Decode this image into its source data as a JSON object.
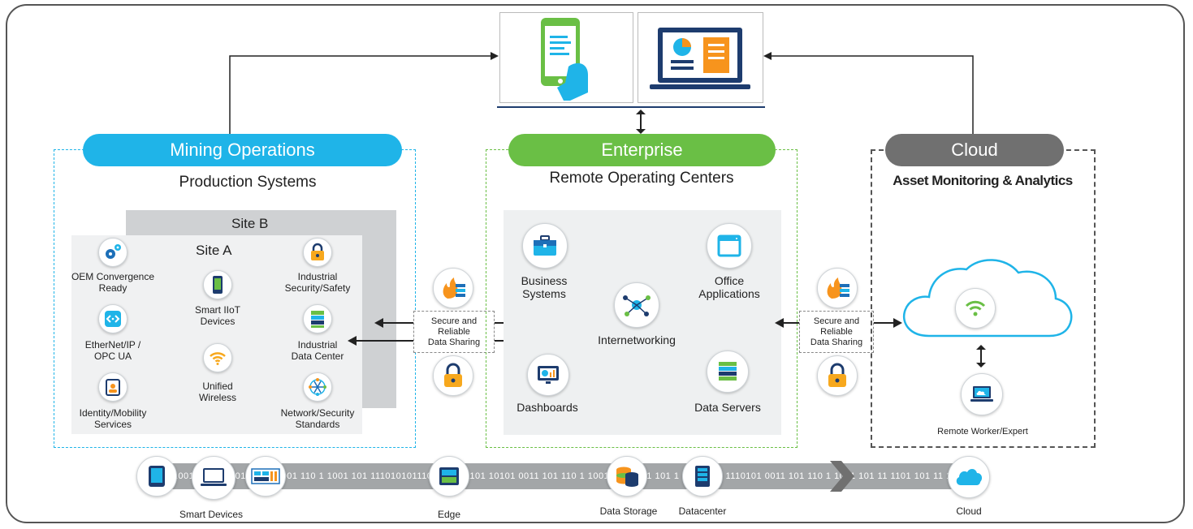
{
  "sections": {
    "mining": {
      "pill": "Mining Operations",
      "subtitle": "Production Systems",
      "color": "#1fb4e8"
    },
    "enterprise": {
      "pill": "Enterprise",
      "subtitle": "Remote  Operating Centers",
      "color": "#6abf45"
    },
    "cloud": {
      "pill": "Cloud",
      "subtitle": "Asset Monitoring & Analytics",
      "color": "#707070"
    }
  },
  "sites": {
    "site_b": "Site B",
    "site_a": "Site A",
    "items": [
      {
        "line1": "OEM Convergence",
        "line2": "Ready",
        "icon": "gears-icon"
      },
      {
        "line1": "Smart  IIoT",
        "line2": "Devices",
        "icon": "smartphone-icon"
      },
      {
        "line1": "Industrial",
        "line2": "Security/Safety",
        "icon": "lock-icon"
      },
      {
        "line1": "EtherNet/IP  /",
        "line2": "OPC UA",
        "icon": "network-arrows-icon"
      },
      {
        "line1": "Unified",
        "line2": "Wireless",
        "icon": "wifi-icon"
      },
      {
        "line1": "Industrial",
        "line2": "Data Center",
        "icon": "server-rack-icon"
      },
      {
        "line1": "Identity/Mobility",
        "line2": "Services",
        "icon": "badge-icon"
      },
      {
        "line1": "Network/Security",
        "line2": "Standards",
        "icon": "mesh-icon"
      }
    ]
  },
  "enterprise_items": [
    {
      "line1": "Business",
      "line2": "Systems",
      "icon": "briefcase-icon"
    },
    {
      "line1": "Office",
      "line2": "Applications",
      "icon": "window-icon"
    },
    {
      "line1": "Internetworking",
      "line2": "",
      "icon": "hub-icon"
    },
    {
      "line1": "Dashboards",
      "line2": "",
      "icon": "dashboard-icon"
    },
    {
      "line1": "Data Servers",
      "line2": "",
      "icon": "server-icon"
    }
  ],
  "sharing": {
    "line1": "Secure and",
    "line2": "Reliable",
    "line3": "Data Sharing"
  },
  "cloud_items": {
    "remote_worker": "Remote Worker/Expert"
  },
  "bottom": {
    "binary_text": "10 11 1001 101 1 1001 101 1 1001 110 1 1001 101 1110101011100 1010 1101 10101 0011 101 110 1 1001 101 1101 101 1 1001 101 1110101 0011 101 110 1 1001 101 11 1101 101 11 1110101 11001 1010 1011 0",
    "labels": {
      "smart_devices": "Smart  Devices",
      "edge": "Edge",
      "data_storage": "Data Storage",
      "datacenter": "Datacenter",
      "cloud": "Cloud"
    }
  },
  "colors": {
    "blue": "#1fb4e8",
    "green": "#6abf45",
    "gray": "#707070",
    "navy": "#1d3c6e",
    "orange": "#f7941d"
  }
}
